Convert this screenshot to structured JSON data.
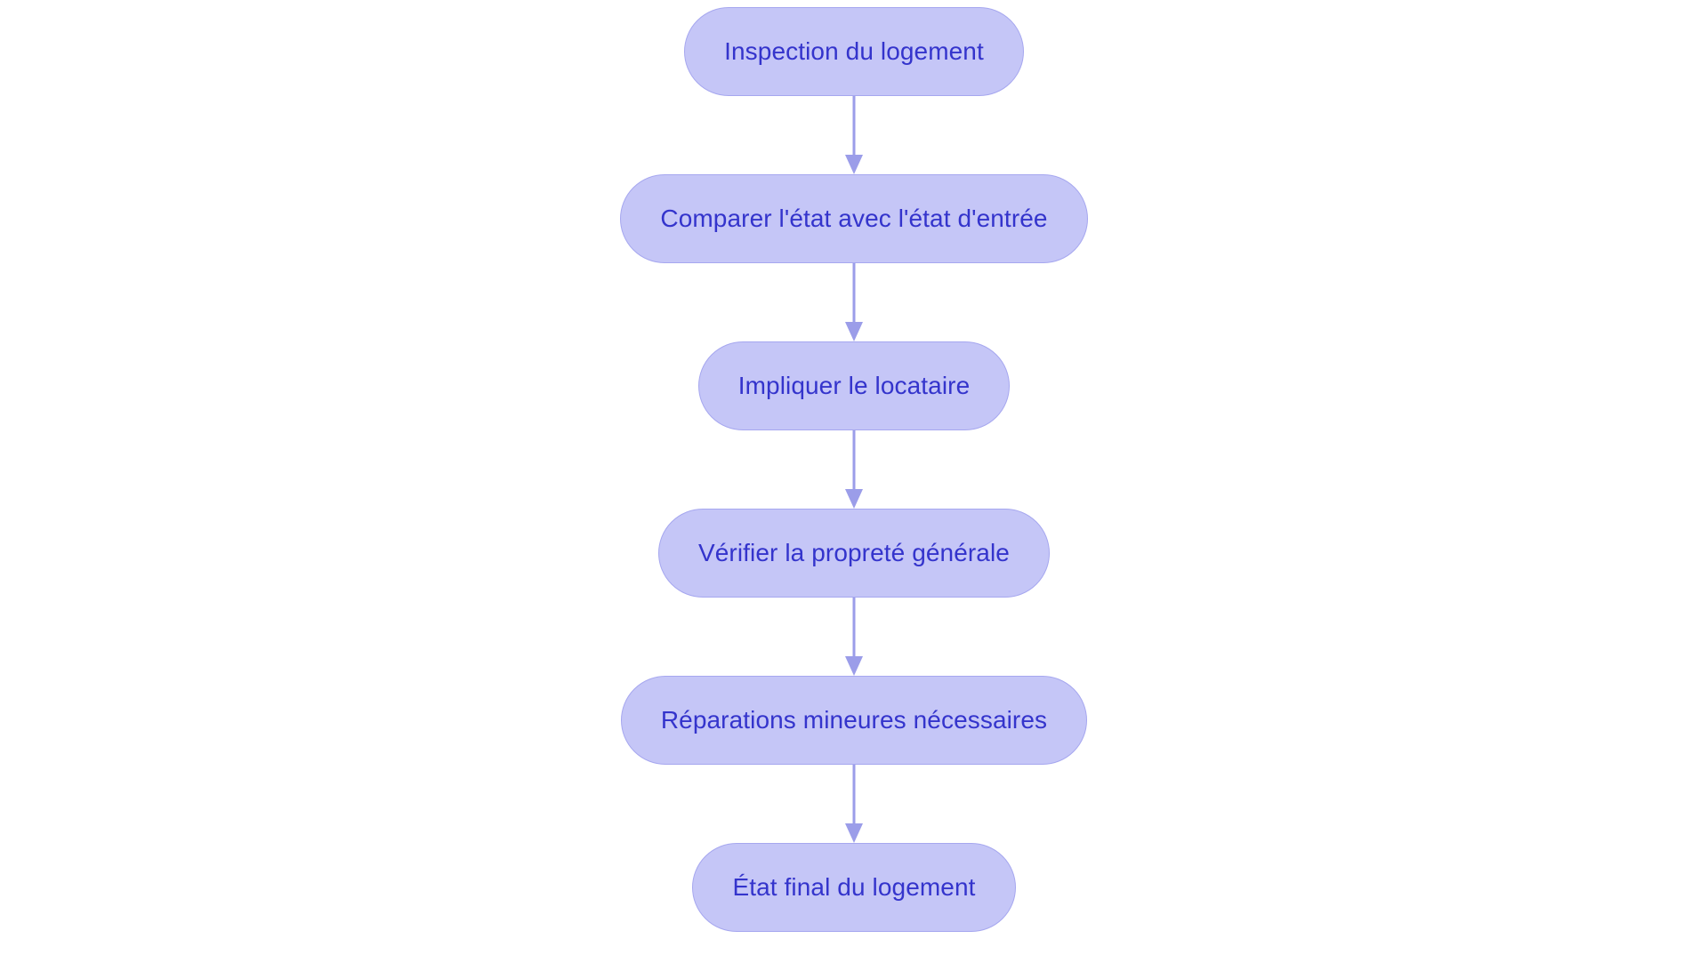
{
  "diagram": {
    "type": "flowchart",
    "orientation": "top-to-bottom",
    "background_color": "#ffffff",
    "node_fill_color": "#c5c6f7",
    "node_border_color": "#a6a7ef",
    "node_text_color": "#3434cc",
    "connector_color": "#9b9de9",
    "nodes": [
      {
        "id": "node-1",
        "label": "Inspection du logement"
      },
      {
        "id": "node-2",
        "label": "Comparer l'état avec l'état d'entrée"
      },
      {
        "id": "node-3",
        "label": "Impliquer le locataire"
      },
      {
        "id": "node-4",
        "label": "Vérifier la propreté générale"
      },
      {
        "id": "node-5",
        "label": "Réparations mineures nécessaires"
      },
      {
        "id": "node-6",
        "label": "État final du logement"
      }
    ],
    "connectors": [
      {
        "id": "edge-1",
        "from": "node-1",
        "to": "node-2",
        "arrow": "down-arrow"
      },
      {
        "id": "edge-2",
        "from": "node-2",
        "to": "node-3",
        "arrow": "down-arrow"
      },
      {
        "id": "edge-3",
        "from": "node-3",
        "to": "node-4",
        "arrow": "down-arrow"
      },
      {
        "id": "edge-4",
        "from": "node-4",
        "to": "node-5",
        "arrow": "down-arrow"
      },
      {
        "id": "edge-5",
        "from": "node-5",
        "to": "node-6",
        "arrow": "down-arrow"
      }
    ]
  }
}
